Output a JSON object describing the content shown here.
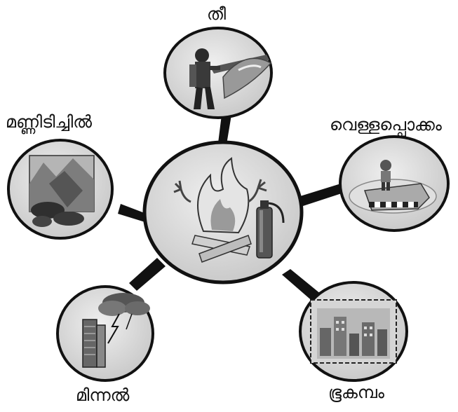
{
  "diagram": {
    "center": {
      "icon": "campfire-extinguisher-icon"
    },
    "nodes": [
      {
        "key": "fire",
        "label": "തീ",
        "icon": "firefighter-icon"
      },
      {
        "key": "flood",
        "label": "വെള്ളപ്പൊക്കം",
        "icon": "flood-car-icon"
      },
      {
        "key": "earthquake",
        "label": "ഭൂകമ്പം",
        "icon": "earthquake-city-icon"
      },
      {
        "key": "lightning",
        "label": "മിന്നൽ",
        "icon": "lightning-tower-icon"
      },
      {
        "key": "landslide",
        "label": "മണ്ണിടിച്ചിൽ",
        "icon": "landslide-icon"
      }
    ]
  }
}
